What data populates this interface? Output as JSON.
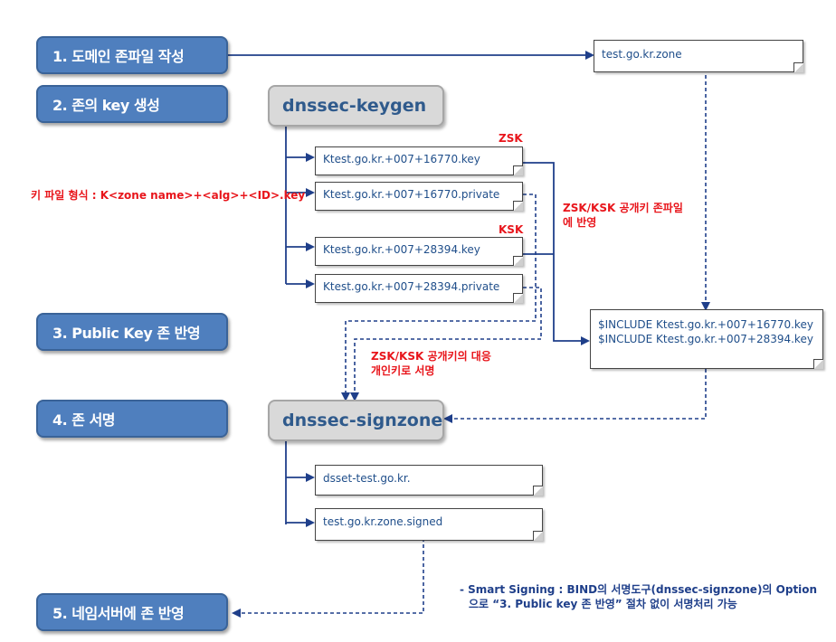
{
  "steps": {
    "s1": "1. 도메인 존파일 작성",
    "s2": "2. 존의 key 생성",
    "s3": "3. Public Key 존 반영",
    "s4": "4. 존 서명",
    "s5": "5. 네임서버에 존 반영"
  },
  "tools": {
    "keygen": "dnssec-keygen",
    "signzone": "dnssec-signzone"
  },
  "files": {
    "zone": "test.go.kr.zone",
    "zsk_key": "Ktest.go.kr.+007+16770.key",
    "zsk_private": "Ktest.go.kr.+007+16770.private",
    "ksk_key": "Ktest.go.kr.+007+28394.key",
    "ksk_private": "Ktest.go.kr.+007+28394.private",
    "include_1": "$INCLUDE Ktest.go.kr.+007+16770.key",
    "include_2": "$INCLUDE Ktest.go.kr.+007+28394.key",
    "dsset": "dsset-test.go.kr.",
    "signed": "test.go.kr.zone.signed"
  },
  "labels": {
    "zsk": "ZSK",
    "ksk": "KSK",
    "key_format": "키 파일 형식 : K<zone name>+<alg>+<ID>.key",
    "reflect_1": "ZSK/KSK 공개키 존파일",
    "reflect_2": "에 반영",
    "sign_1": "ZSK/KSK 공개키의 대응",
    "sign_2": "개인키로 서명"
  },
  "note": {
    "line1": "- Smart Signing : BIND의 서명도구(dnssec-signzone)의 Option",
    "line2": "으로  “3. Public key 존 반영” 절차 없이 서명처리 가능"
  },
  "colors": {
    "step_fill": "#4f7fbe",
    "tool_fill": "#d9d9d9",
    "arrow": "#1f3f8a",
    "red": "#e8151b",
    "file_text": "#1f4e8a"
  }
}
